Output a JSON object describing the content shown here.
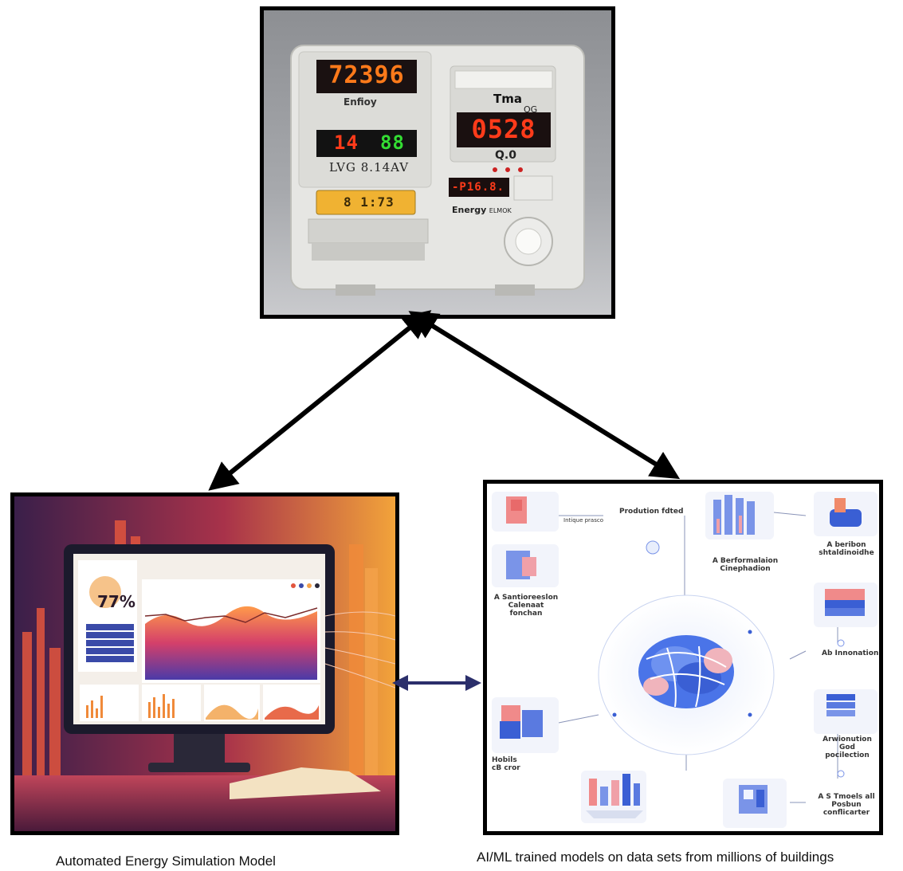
{
  "meter": {
    "display_top": "72396",
    "brand_small": "Enfioy",
    "display_mid_left": "14",
    "display_mid_right": "88",
    "model_label": "LVG 8.14AV",
    "amber_display": "8 1:73",
    "tma_label": "Tma",
    "qg_label": "QG",
    "display_right": "0528",
    "q0_label": "Q.0",
    "small_red_display": "-P16.8.",
    "energy_label": "Energy",
    "energy_sub": "ELMOK"
  },
  "simulation": {
    "percent": "77%"
  },
  "ai_panel": {
    "top_label": "Prodution fdted",
    "left_small_label": "Intique prasco",
    "box_label_1": "A Berformalaion Cinephadion",
    "box_label_2": "A Santioreeslon Calenaat fonchan",
    "box_label_3": "A beribon shtaldinoidhe",
    "box_label_4": "Ab Innonation",
    "box_label_5": "Arwionution God pocilection",
    "box_label_6": "Hobils cB cror",
    "box_label_7": "A S Tmoels all Posbun conflicarter"
  },
  "captions": {
    "left": "Automated Energy Simulation Model",
    "right": "AI/ML trained models on data sets from millions of buildings"
  },
  "colors": {
    "arrow_main": "#000000",
    "arrow_link": "#2b2f6b",
    "lcd_orange": "#ff7a1a",
    "lcd_green": "#33dd33",
    "lcd_red": "#ff3b1a"
  }
}
